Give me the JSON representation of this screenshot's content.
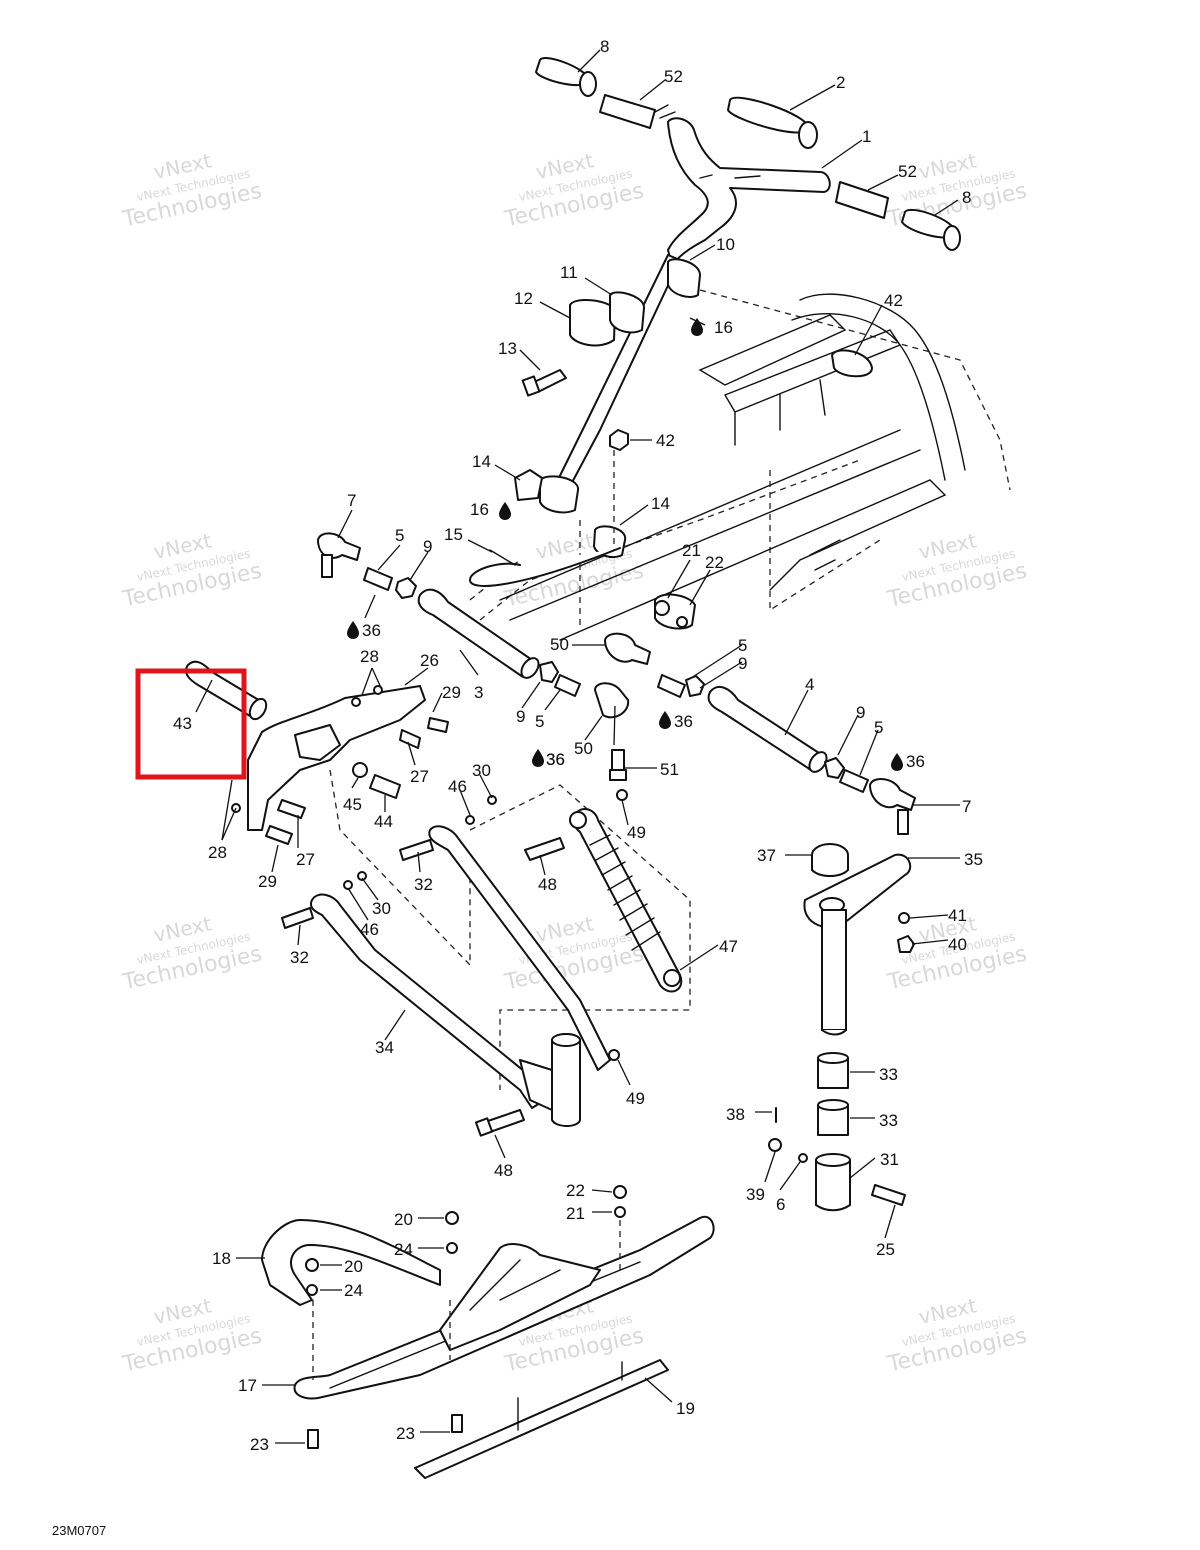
{
  "diagram": {
    "figure_code": "23M0707",
    "watermark": {
      "line1": "vNext",
      "line2": "vNext Technologies",
      "line3": "Technologies"
    },
    "highlight": {
      "label": "43",
      "color": "#e0141c"
    },
    "callouts": [
      {
        "id": "c8a",
        "label": "8"
      },
      {
        "id": "c52a",
        "label": "52"
      },
      {
        "id": "c2",
        "label": "2"
      },
      {
        "id": "c1",
        "label": "1"
      },
      {
        "id": "c52b",
        "label": "52"
      },
      {
        "id": "c8b",
        "label": "8"
      },
      {
        "id": "c10",
        "label": "10"
      },
      {
        "id": "c11",
        "label": "11"
      },
      {
        "id": "c12",
        "label": "12"
      },
      {
        "id": "c16a",
        "label": "16"
      },
      {
        "id": "c42a",
        "label": "42"
      },
      {
        "id": "c13",
        "label": "13"
      },
      {
        "id": "c42b",
        "label": "42"
      },
      {
        "id": "c14a",
        "label": "14"
      },
      {
        "id": "c16b",
        "label": "16"
      },
      {
        "id": "c14b",
        "label": "14"
      },
      {
        "id": "c7a",
        "label": "7"
      },
      {
        "id": "c5a",
        "label": "5"
      },
      {
        "id": "c9a",
        "label": "9"
      },
      {
        "id": "c15",
        "label": "15"
      },
      {
        "id": "c21",
        "label": "21"
      },
      {
        "id": "c22a",
        "label": "22"
      },
      {
        "id": "c36a",
        "label": "36"
      },
      {
        "id": "c28a",
        "label": "28"
      },
      {
        "id": "c26",
        "label": "26"
      },
      {
        "id": "c50a",
        "label": "50"
      },
      {
        "id": "c5b",
        "label": "5"
      },
      {
        "id": "c9b",
        "label": "9"
      },
      {
        "id": "c29a",
        "label": "29"
      },
      {
        "id": "c3",
        "label": "3"
      },
      {
        "id": "c4",
        "label": "4"
      },
      {
        "id": "c36b",
        "label": "36"
      },
      {
        "id": "c9c",
        "label": "9"
      },
      {
        "id": "c5c",
        "label": "5"
      },
      {
        "id": "c36c",
        "label": "36"
      },
      {
        "id": "c27a",
        "label": "27"
      },
      {
        "id": "c50b",
        "label": "50"
      },
      {
        "id": "c36d",
        "label": "36"
      },
      {
        "id": "c51",
        "label": "51"
      },
      {
        "id": "c9d",
        "label": "9"
      },
      {
        "id": "c5d",
        "label": "5"
      },
      {
        "id": "c36e",
        "label": "36"
      },
      {
        "id": "c45",
        "label": "45"
      },
      {
        "id": "c44",
        "label": "44"
      },
      {
        "id": "c46a",
        "label": "46"
      },
      {
        "id": "c30a",
        "label": "30"
      },
      {
        "id": "c49a",
        "label": "49"
      },
      {
        "id": "c7b",
        "label": "7"
      },
      {
        "id": "c28b",
        "label": "28"
      },
      {
        "id": "c27b",
        "label": "27"
      },
      {
        "id": "c29b",
        "label": "29"
      },
      {
        "id": "c32a",
        "label": "32"
      },
      {
        "id": "c48a",
        "label": "48"
      },
      {
        "id": "c37",
        "label": "37"
      },
      {
        "id": "c35",
        "label": "35"
      },
      {
        "id": "c30b",
        "label": "30"
      },
      {
        "id": "c46b",
        "label": "46"
      },
      {
        "id": "c41",
        "label": "41"
      },
      {
        "id": "c40",
        "label": "40"
      },
      {
        "id": "c32b",
        "label": "32"
      },
      {
        "id": "c47",
        "label": "47"
      },
      {
        "id": "c34",
        "label": "34"
      },
      {
        "id": "c33a",
        "label": "33"
      },
      {
        "id": "c49b",
        "label": "49"
      },
      {
        "id": "c38",
        "label": "38"
      },
      {
        "id": "c33b",
        "label": "33"
      },
      {
        "id": "c31",
        "label": "31"
      },
      {
        "id": "c39",
        "label": "39"
      },
      {
        "id": "c6",
        "label": "6"
      },
      {
        "id": "c48b",
        "label": "48"
      },
      {
        "id": "c22b",
        "label": "22"
      },
      {
        "id": "c21b",
        "label": "21"
      },
      {
        "id": "c20a",
        "label": "20"
      },
      {
        "id": "c24a",
        "label": "24"
      },
      {
        "id": "c25",
        "label": "25"
      },
      {
        "id": "c18",
        "label": "18"
      },
      {
        "id": "c20b",
        "label": "20"
      },
      {
        "id": "c24b",
        "label": "24"
      },
      {
        "id": "c17",
        "label": "17"
      },
      {
        "id": "c19",
        "label": "19"
      },
      {
        "id": "c23a",
        "label": "23"
      },
      {
        "id": "c23b",
        "label": "23"
      }
    ]
  }
}
